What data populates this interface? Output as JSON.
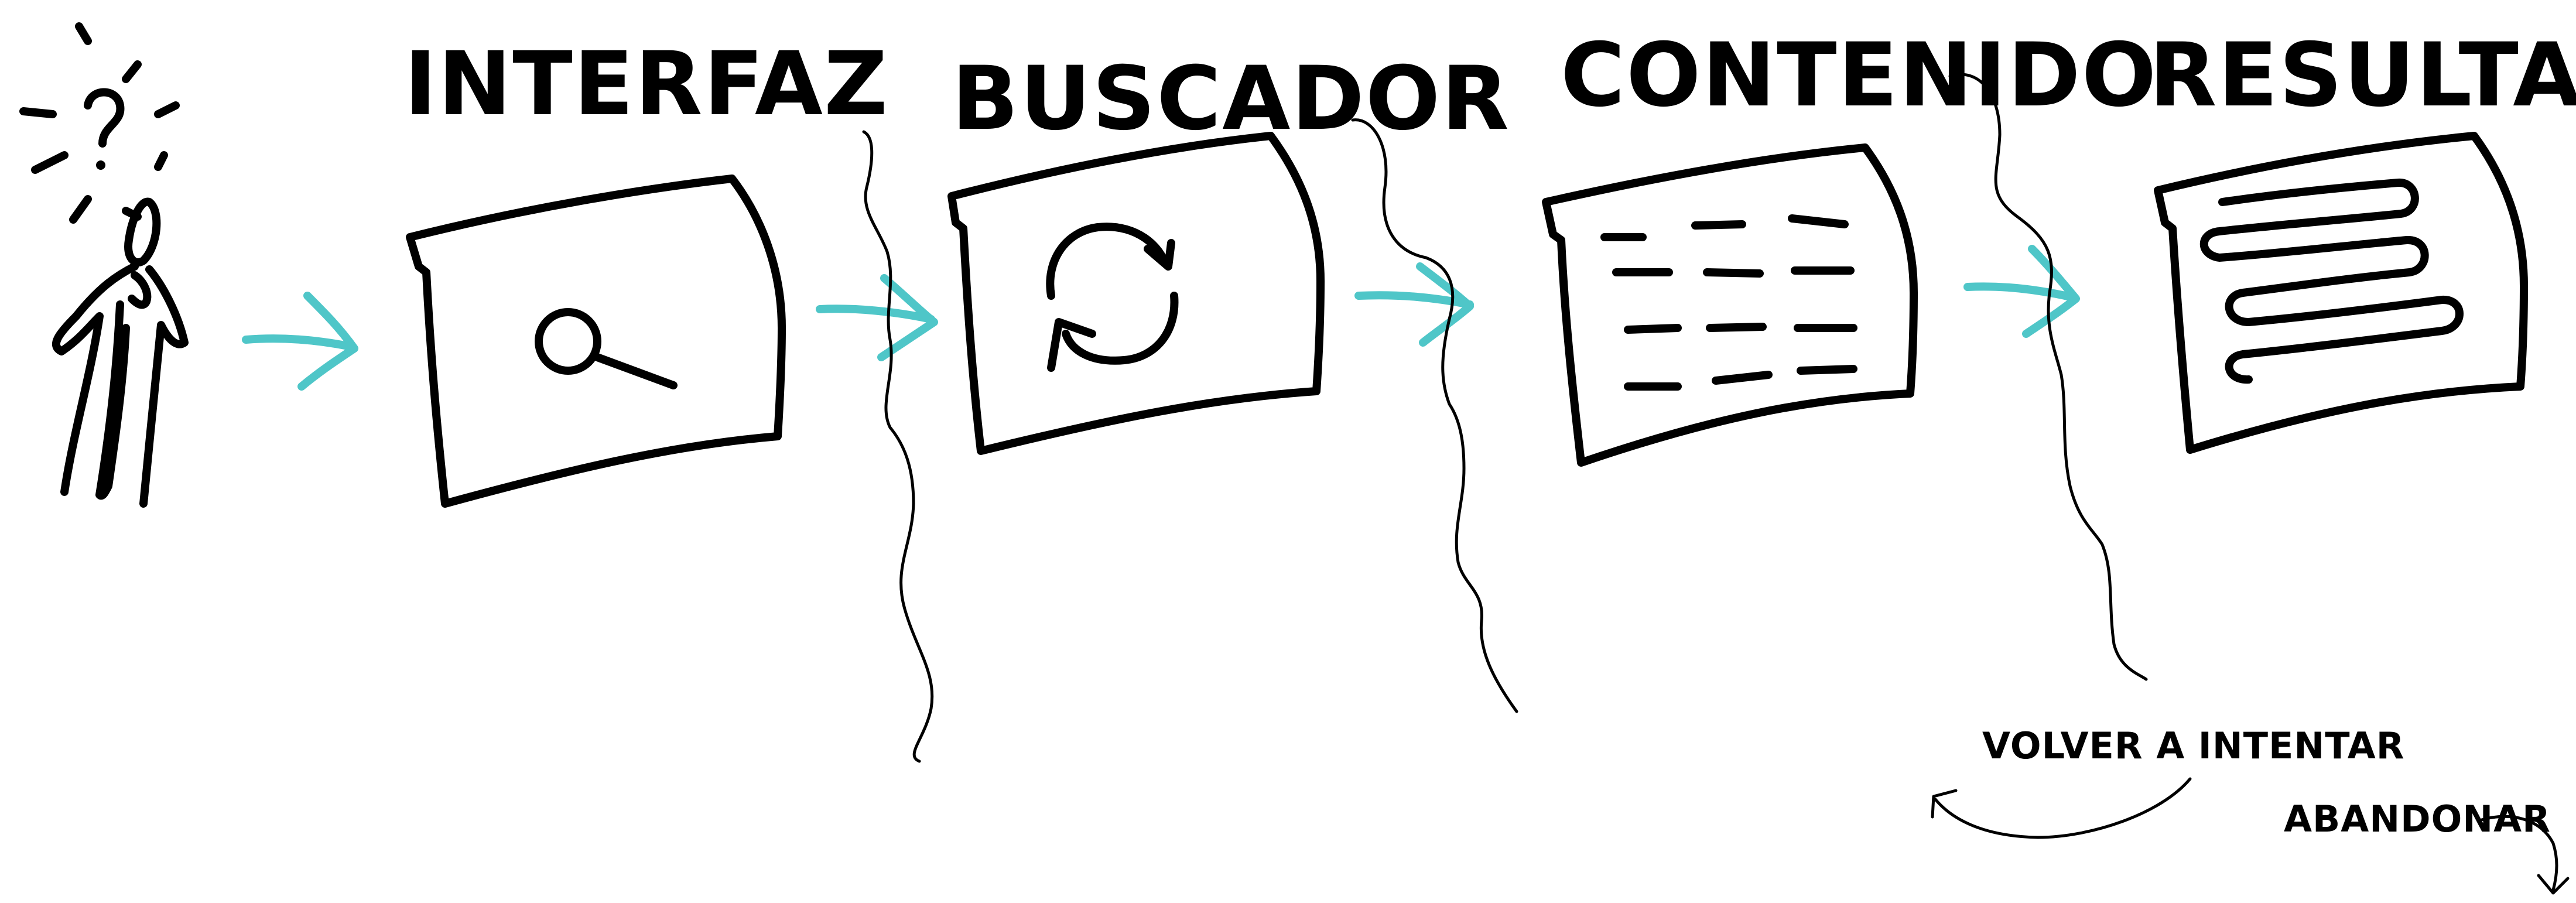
{
  "colors": {
    "ink": "#000000",
    "arrow": "#4fc6c8",
    "background": "#ffffff"
  },
  "steps": [
    {
      "title": "INTERFAZ",
      "icon": "search-icon"
    },
    {
      "title": "BUSCADOR",
      "icon": "refresh-icon"
    },
    {
      "title": "CONTENIDO",
      "icon": "text-lines-icon"
    },
    {
      "title": "RESULTADO",
      "icon": "list-result-icon"
    }
  ],
  "start_figure": {
    "icon": "confused-person-icon",
    "symbol": "?"
  },
  "outcomes": {
    "retry": "VOLVER A INTENTAR",
    "abandon": "ABANDONAR"
  }
}
